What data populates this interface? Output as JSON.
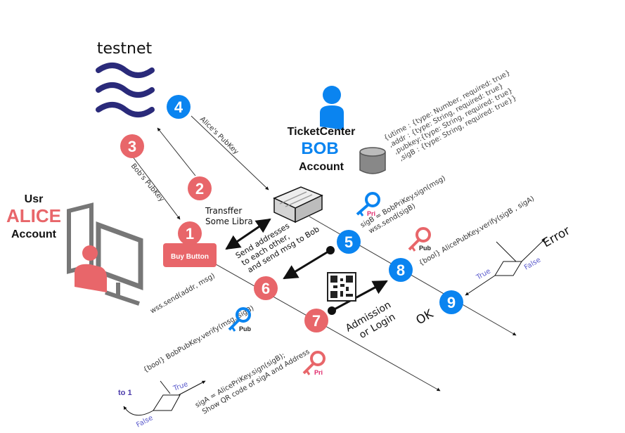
{
  "testnet": {
    "label": "testnet"
  },
  "alice": {
    "line1": "Usr",
    "line2": "ALICE",
    "line3": "Account"
  },
  "bob": {
    "line1": "TicketCenter",
    "line2": "BOB",
    "line3": "Account"
  },
  "steps": {
    "s1": "1",
    "s2": "2",
    "s3": "3",
    "s4": "4",
    "s5": "5",
    "s6": "6",
    "s7": "7",
    "s8": "8",
    "s9": "9"
  },
  "labels": {
    "alices_pubkey": "Alice's PubKey",
    "bobs_pubkey": "Bob's PubKey",
    "transfer_line1": "Transffer",
    "transfer_line2": "Some Libra",
    "send_line1": "Send addresses",
    "send_line2": "to each other,",
    "send_line3": "and send msg to Bob",
    "buy_button": "Buy Button",
    "wss_send": "wss.send(addr, msg)",
    "bob_sign_line1": "sigB = BobPriKey.sign(msg)",
    "bob_sign_line2": "wss.send(sigB)",
    "alice_verify": "{bool} AlicePubKey.verify(sigB , sigA)",
    "bob_verify": "{bool} BobPubKey.verify(msg, sigB)",
    "alice_sign_line1": "sigA = AlicePriKey.sign(sigB);",
    "alice_sign_line2": "Show QR code of sigA and Address",
    "admission_line1": "Admission",
    "admission_line2": "or Login",
    "ok": "OK",
    "error": "Error",
    "true_label": "True",
    "false_label": "False",
    "to_one": "to 1",
    "pri": "Pri",
    "pub": "Pub"
  },
  "schema": {
    "line1": "{utime : {type: Number, required: true}",
    "line2": ",addr : {type: String, required: true}",
    "line3": ",pubkey:{type: String, required: true}",
    "line4": ",sigB : {type: String, required: true}}"
  },
  "colors": {
    "blue": "#0a84f0",
    "red": "#e8666a",
    "navy": "#2a2a7a",
    "gray": "#7a7a7a"
  }
}
